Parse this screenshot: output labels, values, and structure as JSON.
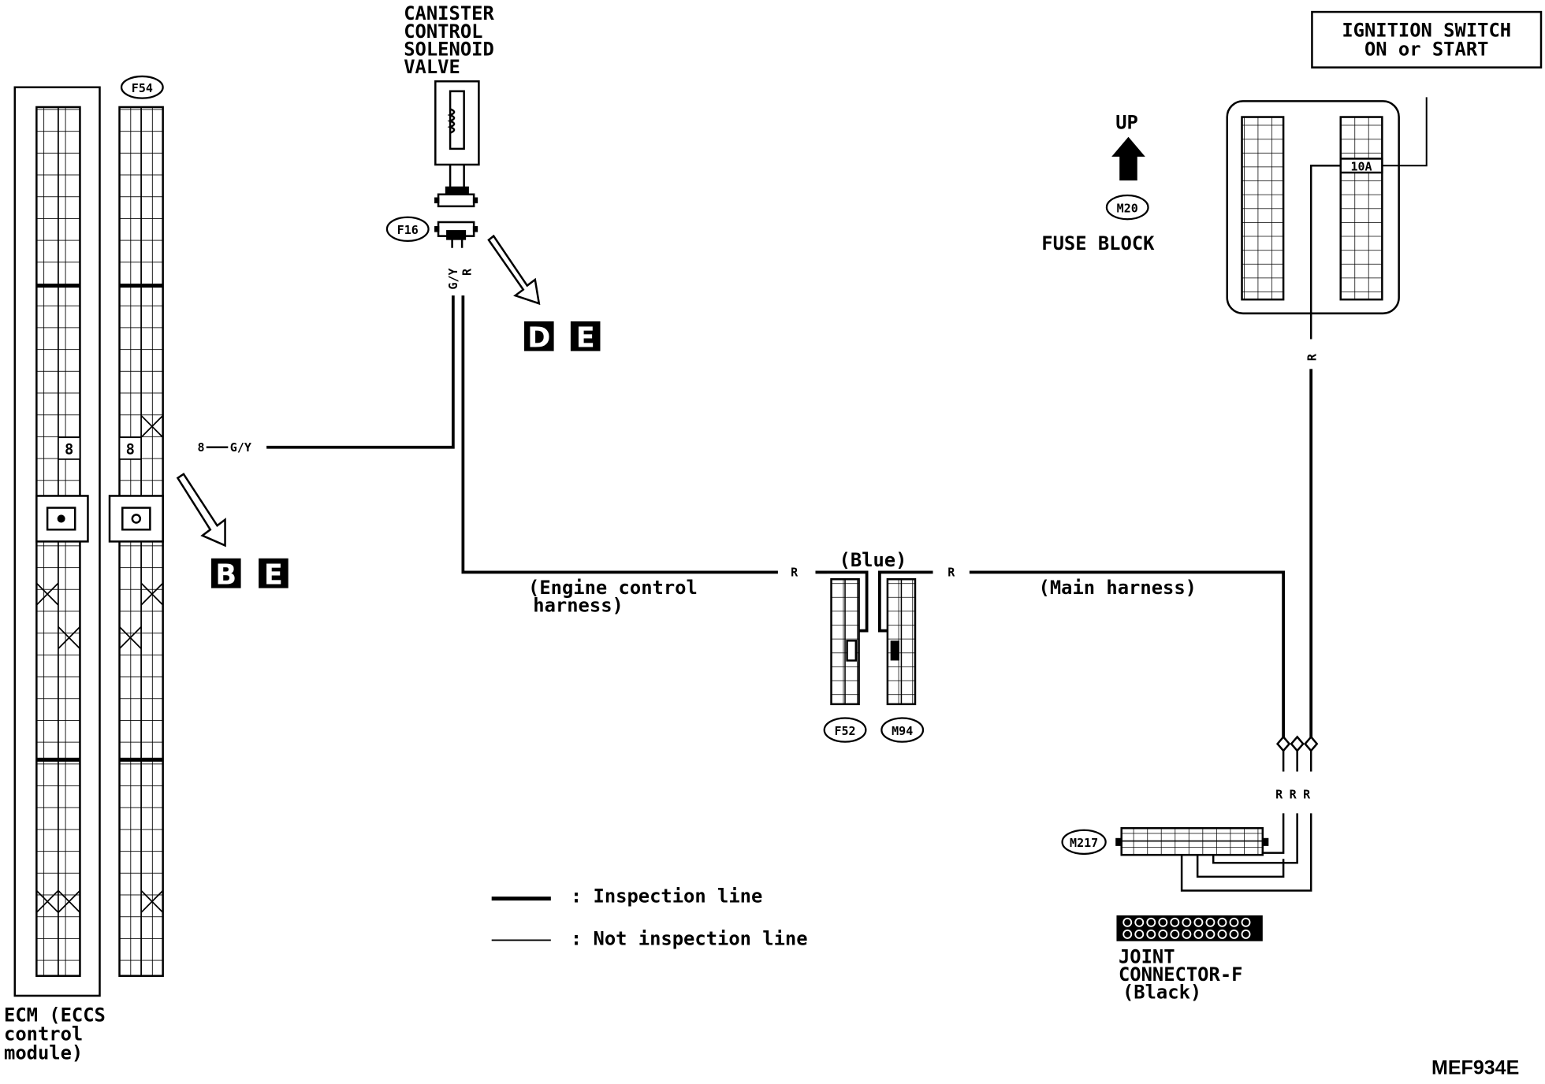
{
  "diagram_id": "MEF934E",
  "components": {
    "canister_valve": {
      "label": [
        "CANISTER",
        "CONTROL",
        "SOLENOID",
        "VALVE"
      ],
      "connector": "F16"
    },
    "ignition_switch": {
      "label": [
        "IGNITION SWITCH",
        "ON or START"
      ]
    },
    "fuse_block": {
      "label": "FUSE BLOCK",
      "connector": "M20",
      "fuse": "10A"
    },
    "up_arrow": {
      "label": "UP"
    },
    "ecm": {
      "label": [
        "ECM (ECCS",
        "control",
        "module)"
      ],
      "connector": "F54",
      "pin": "8"
    },
    "harness_connector": {
      "color": "(Blue)",
      "connectors": [
        "F52",
        "M94"
      ]
    },
    "joint_connector": {
      "label": [
        "JOINT",
        "CONNECTOR-F",
        "(Black)"
      ],
      "connector": "M217"
    }
  },
  "wires": {
    "valve_out_colors": [
      "G/Y",
      "R"
    ],
    "ecm_wire": "8",
    "ecm_wire_color": "G/Y",
    "red_wire": "R",
    "engine_harness": [
      "(Engine control",
      "harness)"
    ],
    "main_harness": "(Main harness)"
  },
  "references": {
    "valve": [
      "D",
      "E"
    ],
    "ecm": [
      "B",
      "E"
    ]
  },
  "legend": {
    "inspection": ": Inspection line",
    "not_inspection": ": Not inspection line"
  }
}
